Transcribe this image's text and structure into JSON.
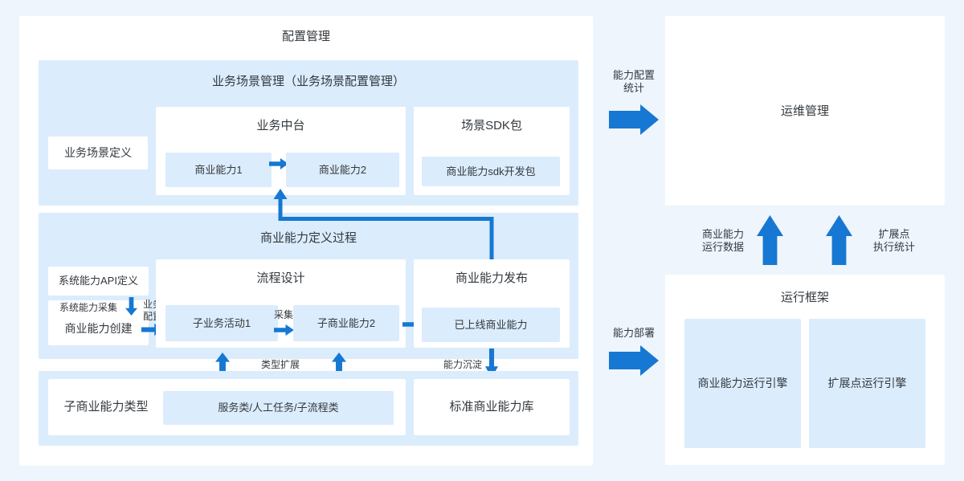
{
  "colors": {
    "page-bg": "#eef5fd",
    "panel-bg": "#ffffff",
    "section-bg": "#dbecfc",
    "box-blue": "#dbecfc",
    "arrow": "#1678d2",
    "text": "#33383d"
  },
  "config_panel": {
    "title": "配置管理",
    "scene_section": {
      "title": "业务场景管理（业务场景配置管理）",
      "scene_definition": "业务场景定义",
      "middle_platform": {
        "title": "业务中台",
        "capability1": "商业能力1",
        "capability2": "商业能力2"
      },
      "sdk_package": {
        "title": "场景SDK包",
        "package": "商业能力sdk开发包"
      }
    },
    "definition_section": {
      "title": "商业能力定义过程",
      "api_definition": "系统能力API定义",
      "system_collect_label": "系统能力采集",
      "capability_create": "商业能力创建",
      "biz_config_label": "业务\n配置",
      "process_design": {
        "title": "流程设计",
        "sub_activity1": "子业务活动1",
        "collect_label": "采集",
        "sub_capability2": "子商业能力2"
      },
      "publish": {
        "title": "商业能力发布",
        "online_capability": "已上线商业能力"
      }
    },
    "bottom_section": {
      "type_extend_label": "类型扩展",
      "capability_settle_label": "能力沉淀",
      "sub_capability_type": "子商业能力类型",
      "type_list": "服务类/人工任务/子流程类",
      "standard_library": "标准商业能力库"
    }
  },
  "right_area": {
    "config_stat_label": "能力配置\n统计",
    "ops_panel_title": "运维管理",
    "run_data_label": "商业能力\n运行数据",
    "ext_stat_label": "扩展点\n执行统计",
    "deploy_label": "能力部署",
    "runtime_panel": {
      "title": "运行框架",
      "capability_engine": "商业能力运行引擎",
      "extension_engine": "扩展点运行引擎"
    }
  }
}
